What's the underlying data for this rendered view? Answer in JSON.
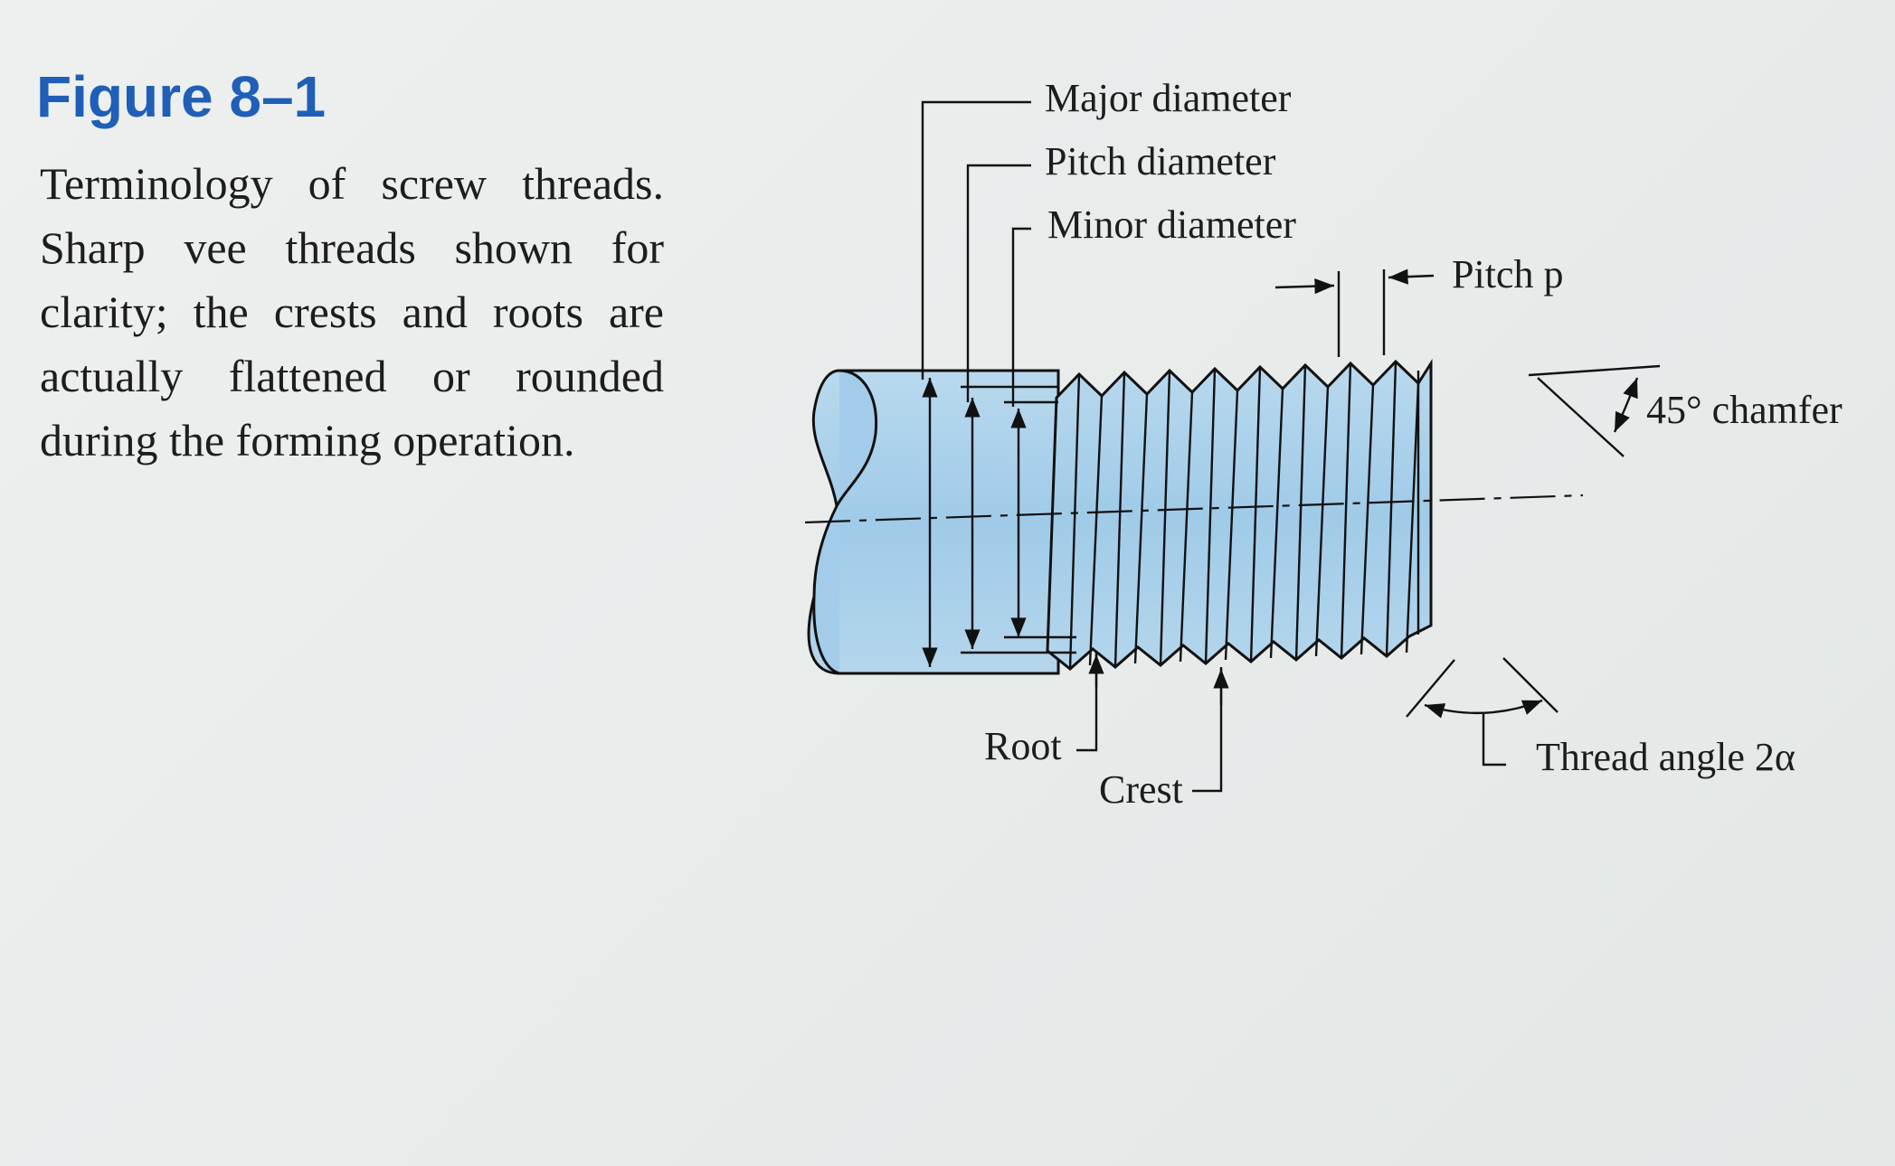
{
  "figure": {
    "number": "Figure 8–1",
    "caption": "Terminology of screw threads. Sharp vee threads shown for clarity; the crests and roots are actually flattened or rounded during the forming operation."
  },
  "labels": {
    "major_diameter": "Major diameter",
    "pitch_diameter": "Pitch diameter",
    "minor_diameter": "Minor diameter",
    "pitch": "Pitch p",
    "chamfer": "45° chamfer",
    "root": "Root",
    "crest": "Crest",
    "thread_angle": "Thread angle 2α"
  },
  "colors": {
    "figure_number": "#1f5fb8",
    "shaft_fill": "#a8cfe8",
    "line": "#111111"
  }
}
